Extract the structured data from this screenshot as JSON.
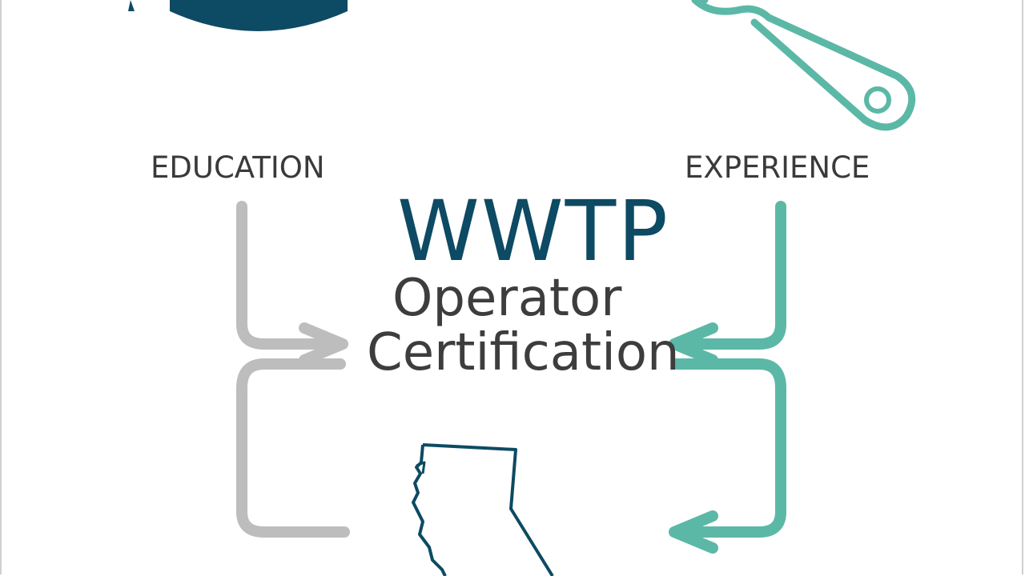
{
  "labels": {
    "education": "EDUCATION",
    "experience": "EXPERIENCE"
  },
  "title": {
    "main": "WWTP",
    "line1": "Operator",
    "line2": "Certification"
  },
  "colors": {
    "navy": "#0d4a63",
    "teal": "#5cb8a6",
    "gray": "#bdbdbd",
    "text": "#3a3a3a"
  },
  "icons": [
    "mortarboard-icon",
    "wrench-icon",
    "california-map-icon"
  ]
}
